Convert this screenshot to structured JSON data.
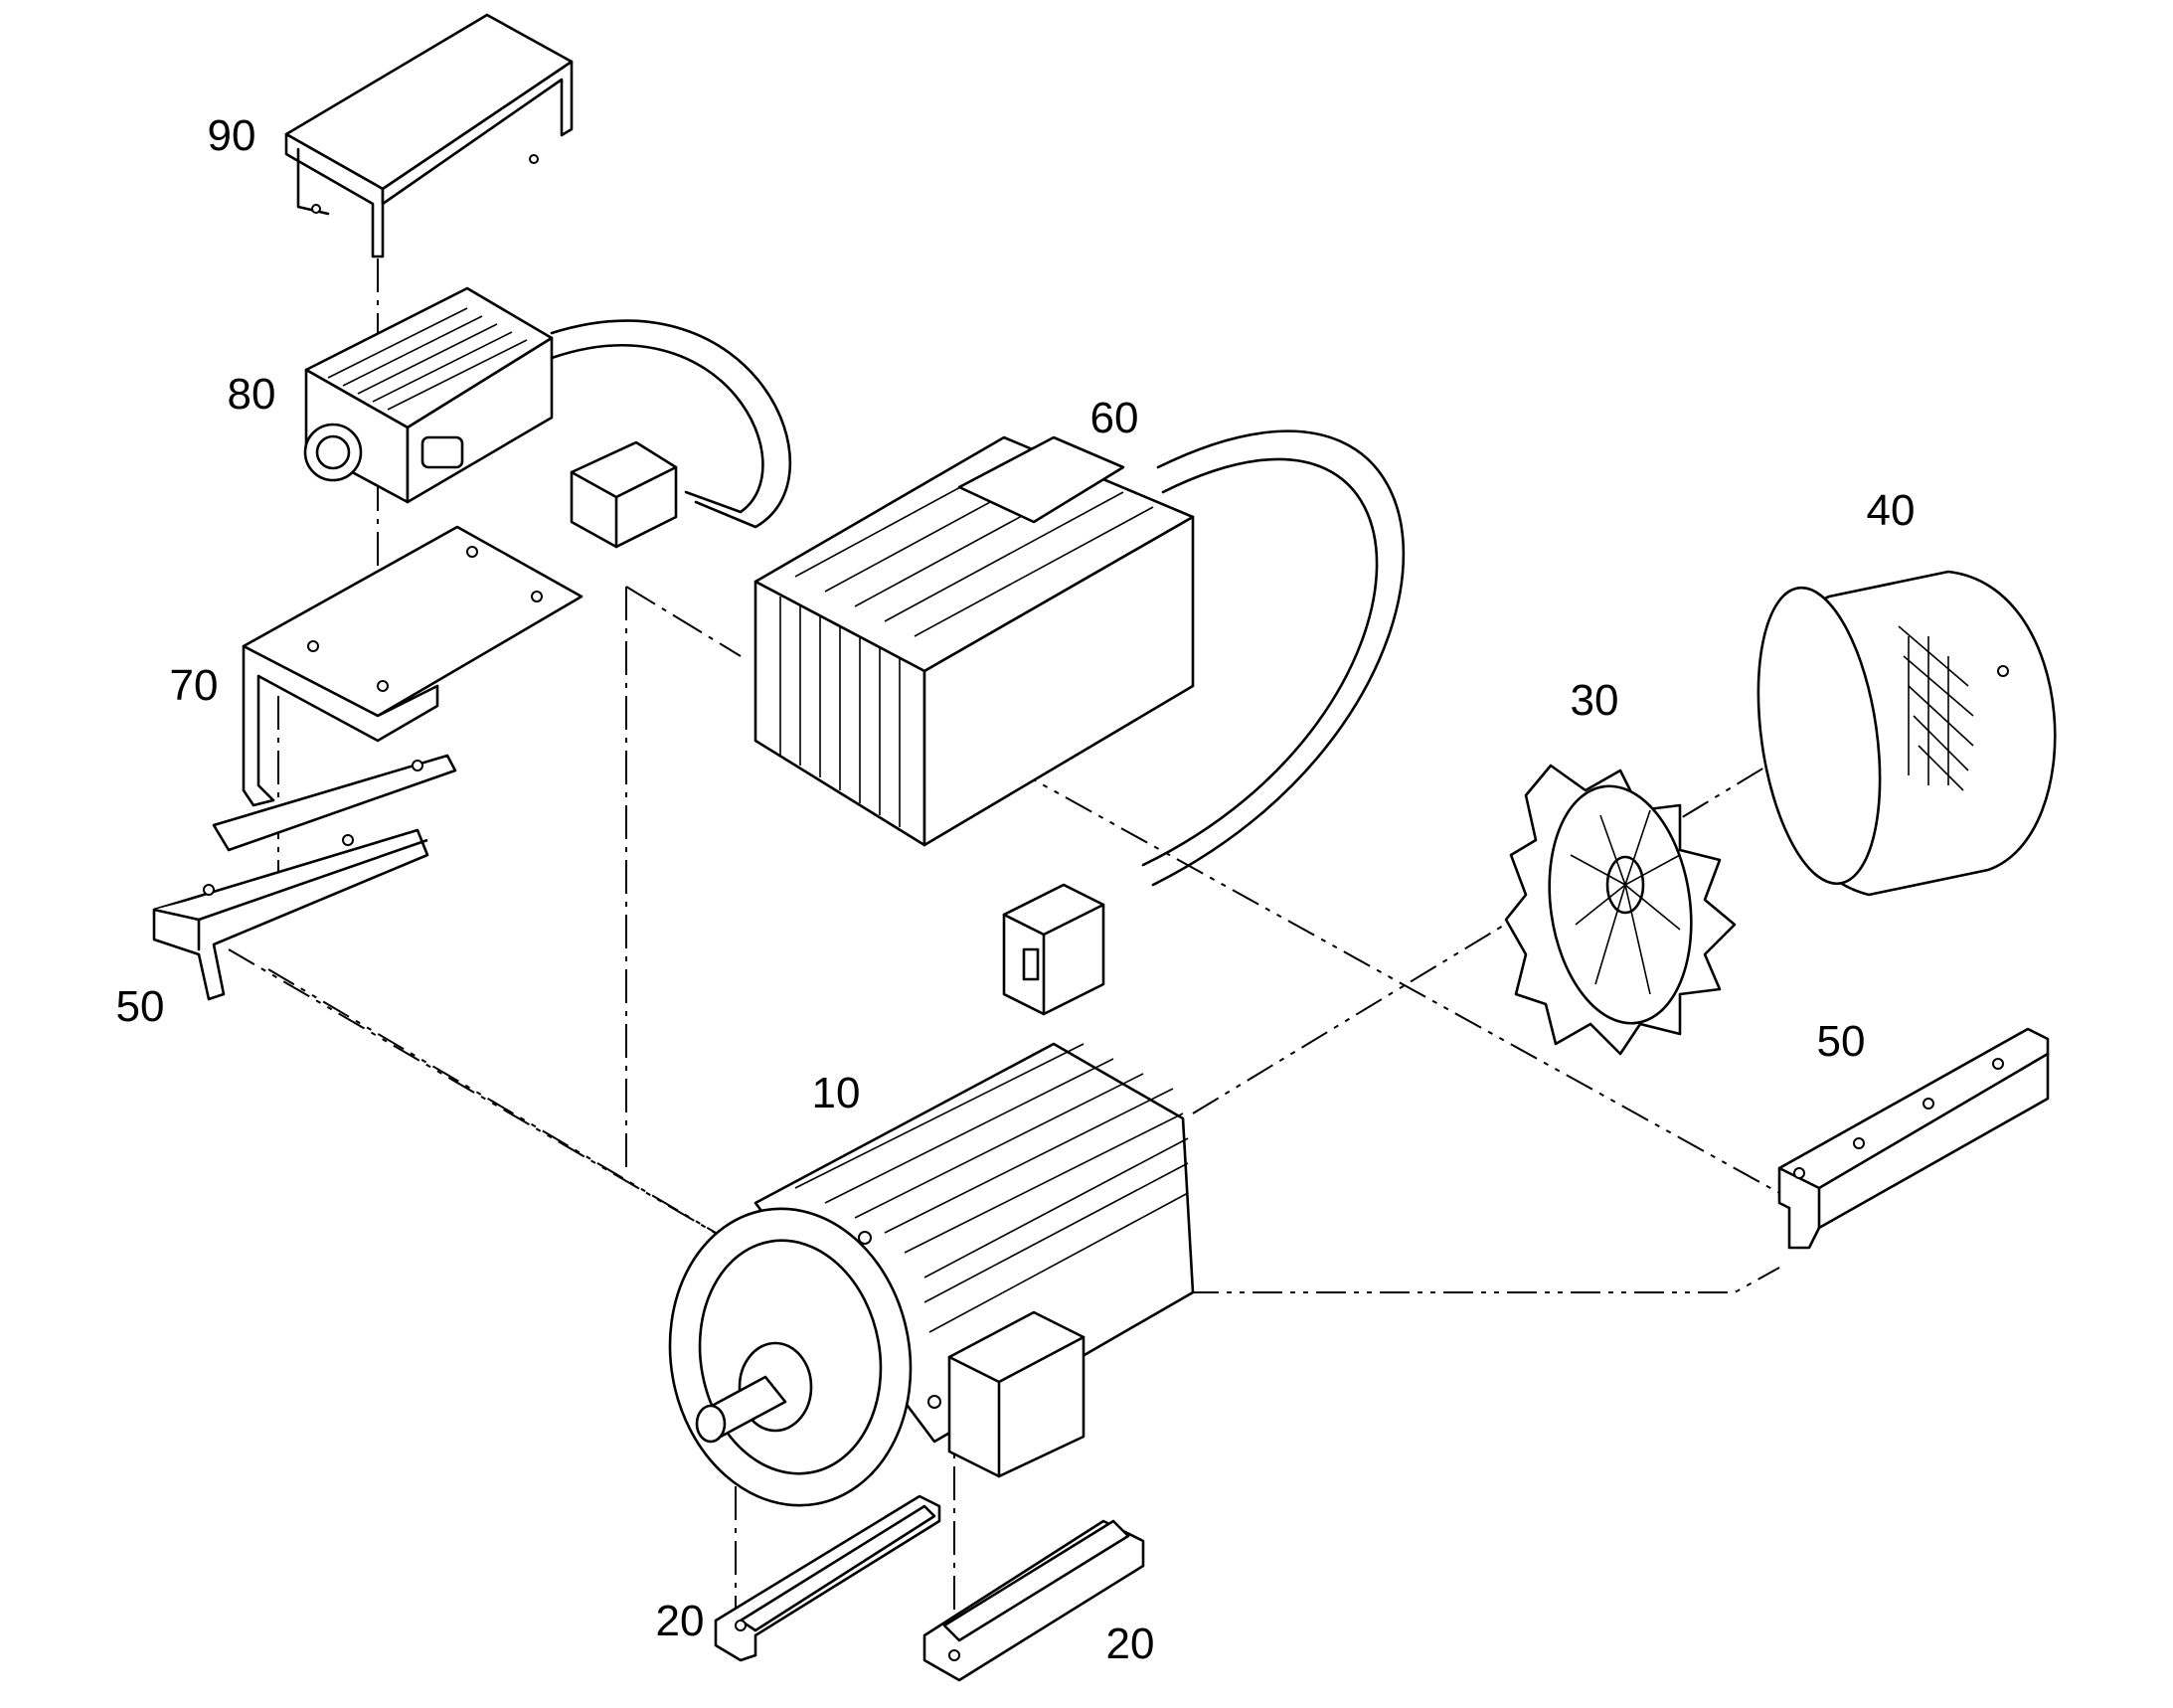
{
  "parts": [
    {
      "id": "motor",
      "label": "10"
    },
    {
      "id": "foot-left",
      "label": "20"
    },
    {
      "id": "foot-right",
      "label": "20"
    },
    {
      "id": "fan",
      "label": "30"
    },
    {
      "id": "fan-cover",
      "label": "40"
    },
    {
      "id": "rail-left",
      "label": "50"
    },
    {
      "id": "rail-right",
      "label": "50"
    },
    {
      "id": "controller",
      "label": "60"
    },
    {
      "id": "bracket",
      "label": "70"
    },
    {
      "id": "junction-box",
      "label": "80"
    },
    {
      "id": "box-cover",
      "label": "90"
    }
  ]
}
